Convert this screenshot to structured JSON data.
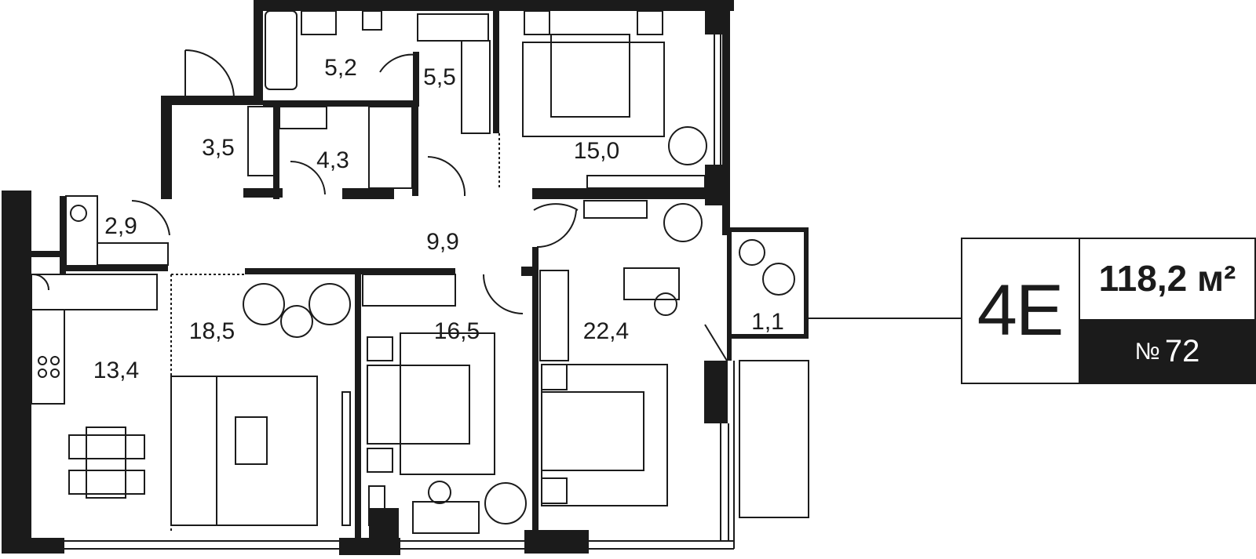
{
  "plan": {
    "apartment_type": "4E",
    "total_area": "118,2 м²",
    "number_prefix": "№",
    "number_value": "72",
    "rooms": [
      {
        "id": "bathroom-main",
        "area": "5,2"
      },
      {
        "id": "wardrobe",
        "area": "5,5"
      },
      {
        "id": "master-bedroom",
        "area": "15,0"
      },
      {
        "id": "entry-closet",
        "area": "3,5"
      },
      {
        "id": "bathroom-small",
        "area": "4,3"
      },
      {
        "id": "laundry",
        "area": "2,9"
      },
      {
        "id": "hallway",
        "area": "9,9"
      },
      {
        "id": "kitchen",
        "area": "13,4"
      },
      {
        "id": "living-room",
        "area": "18,5"
      },
      {
        "id": "bedroom-middle",
        "area": "16,5"
      },
      {
        "id": "bedroom-large",
        "area": "22,4"
      },
      {
        "id": "balcony",
        "area": "1,1"
      }
    ]
  },
  "colors": {
    "wall": "#1b1b1b",
    "furniture": "#5a5a5a",
    "background": "#ffffff"
  }
}
